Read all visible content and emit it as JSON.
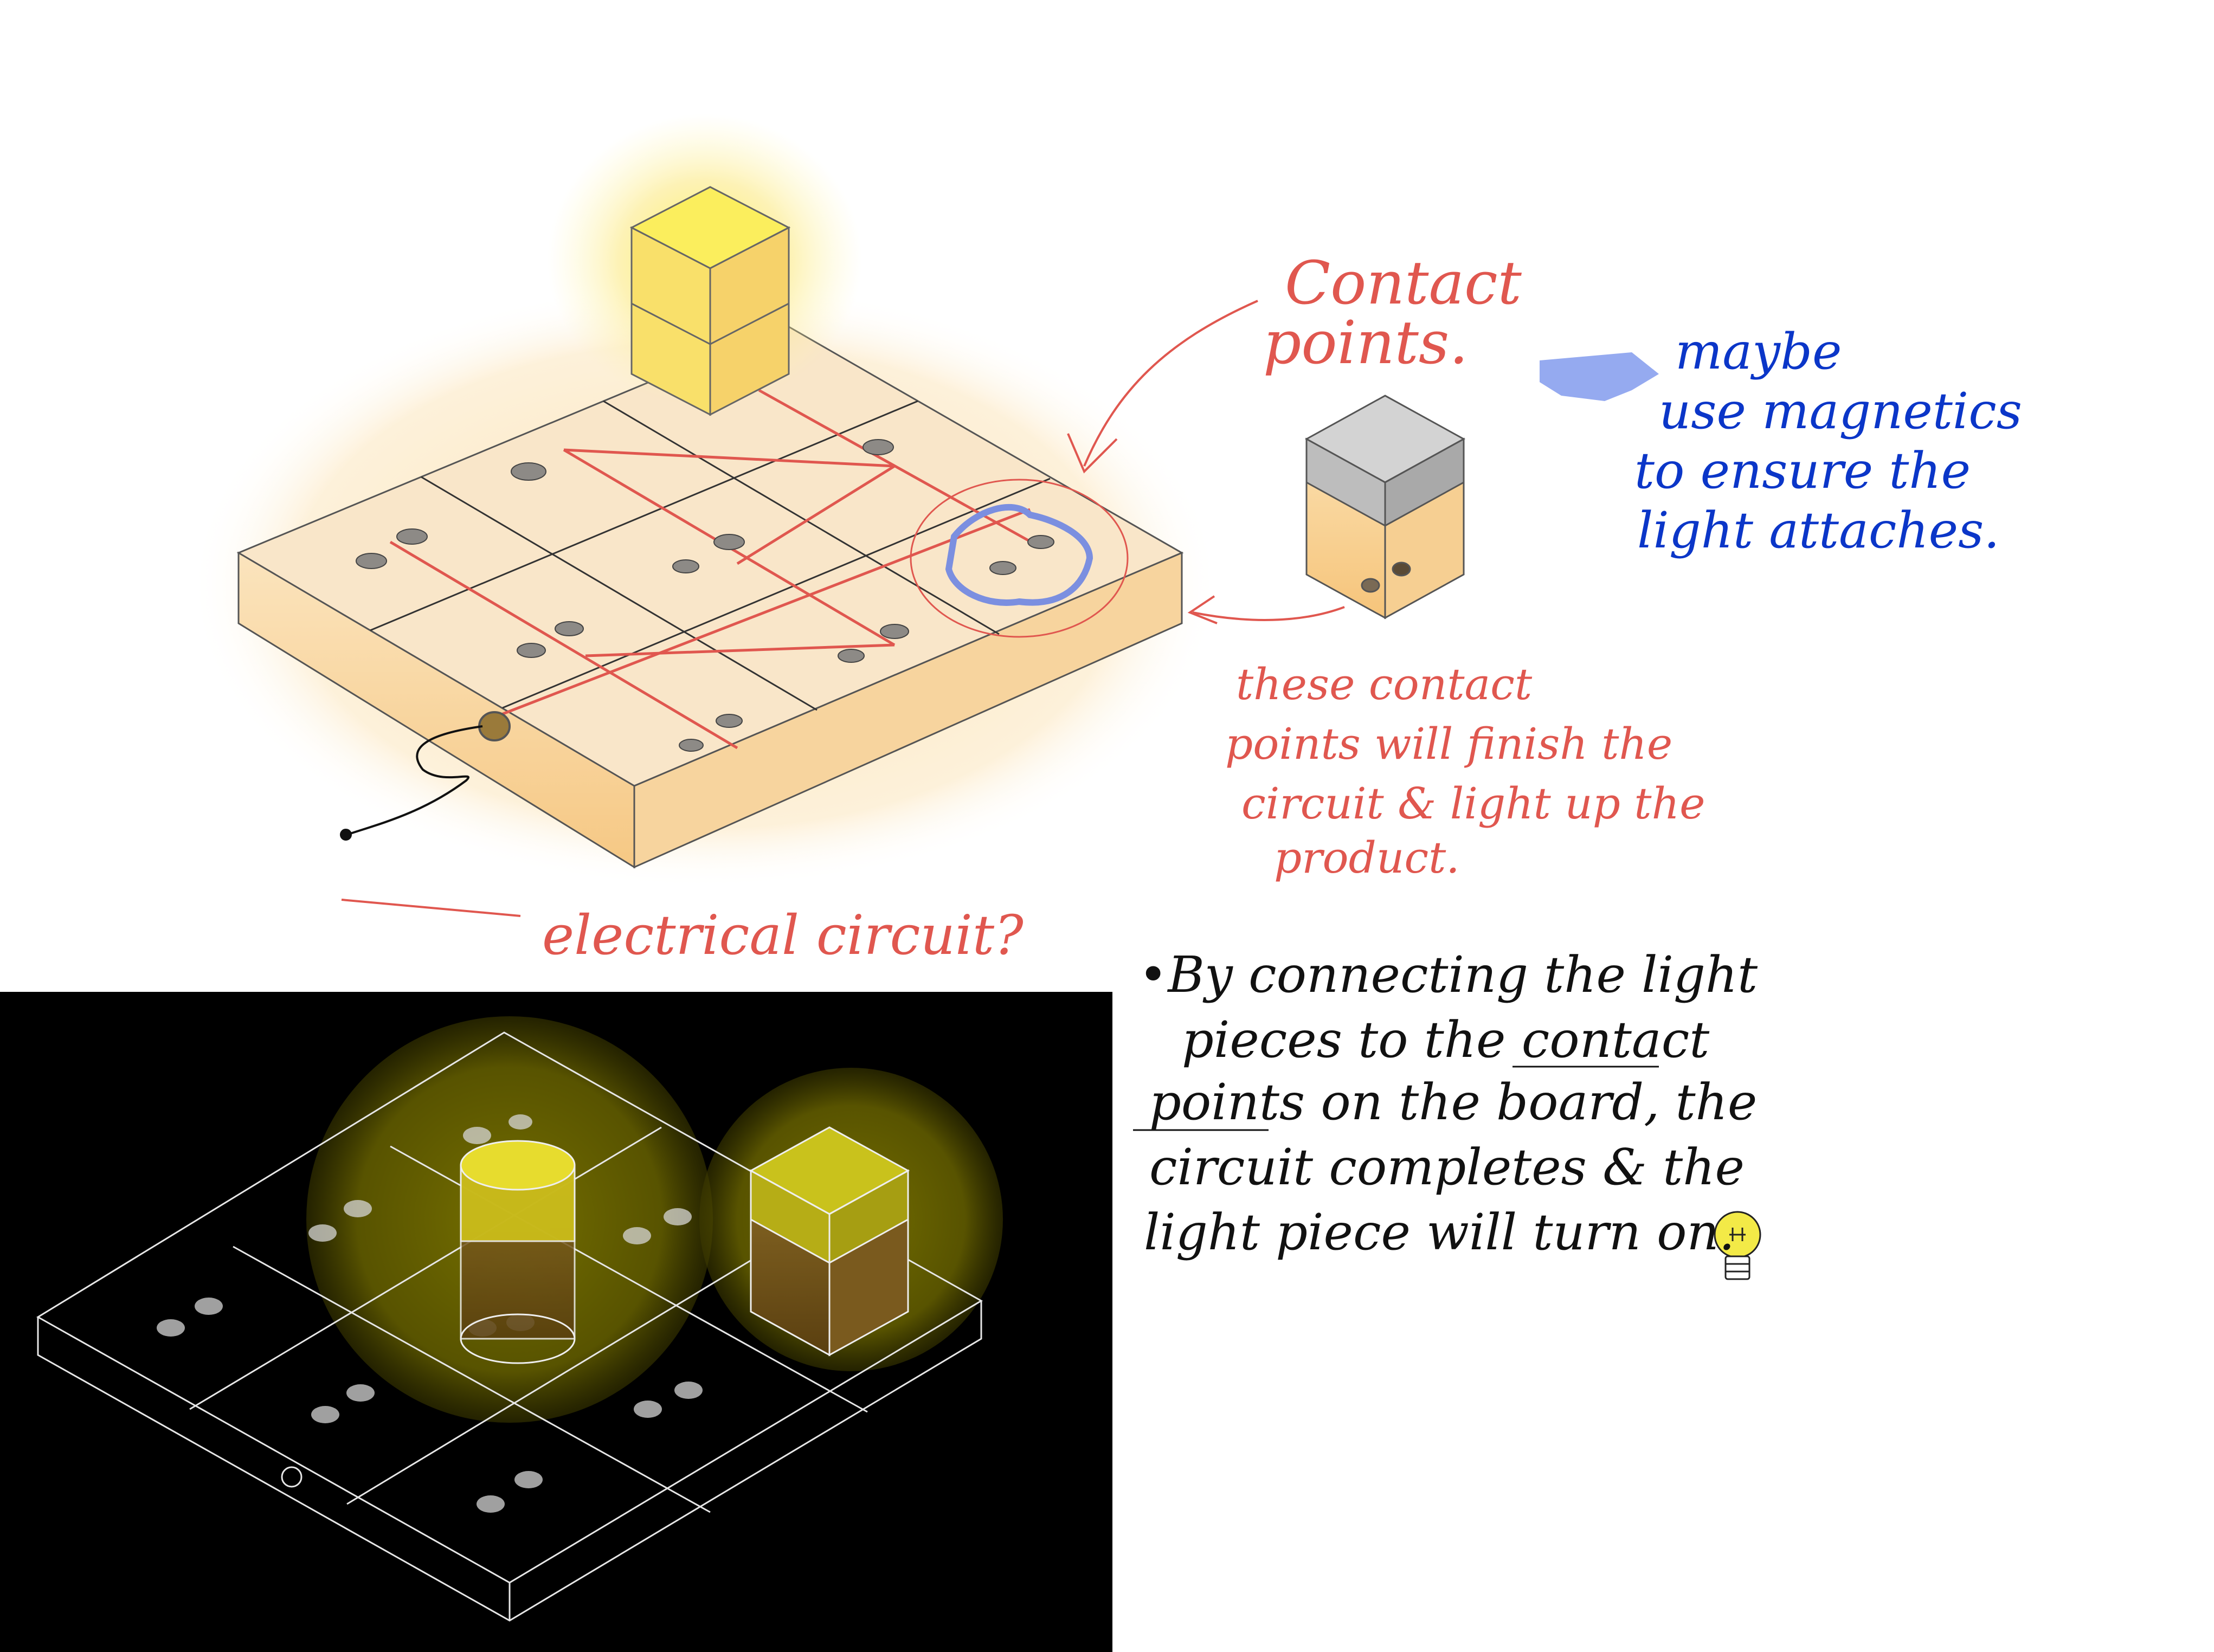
{
  "annotations": {
    "contact_points": [
      "Contact",
      "points."
    ],
    "magnet_note": [
      "maybe",
      "use magnetics",
      "to ensure the",
      "light attaches."
    ],
    "circuit_note": [
      "these contact",
      "points will finish the",
      "circuit & light up the",
      "product."
    ],
    "electrical_label": "electrical circuit?",
    "description": [
      "•By connecting the light",
      "pieces to the contact",
      "points on the board, the",
      "circuit completes & the",
      "light piece will turn on."
    ]
  },
  "colors": {
    "board_top": "#f9e7cc",
    "board_side": "#f7cf8f",
    "glow_yellow": "#f5ee52",
    "red_ink": "#e0574f",
    "blue_ink": "#0b36c8",
    "blue_marker": "#8aa1ee",
    "black_ink": "#111111",
    "night_bg": "#000000",
    "night_glow": "#7a7400"
  },
  "icons": {
    "bulb": "lightbulb-icon"
  }
}
